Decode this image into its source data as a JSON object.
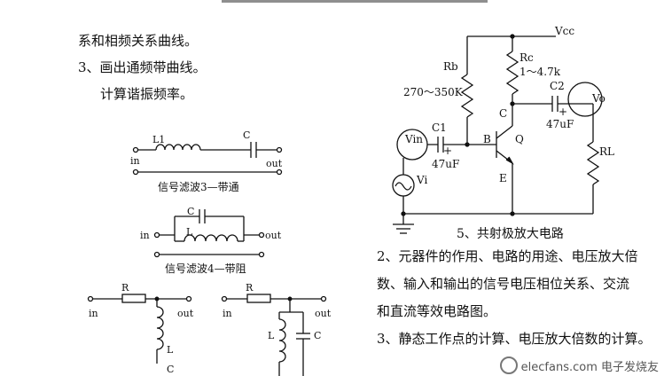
{
  "left_text": {
    "line1": "系和相频关系曲线。",
    "line2": "3、画出通频带曲线。",
    "line3": "计算谐振频率。"
  },
  "filter3": {
    "caption": "信号滤波3—带通",
    "inductor": "L1",
    "capacitor": "C",
    "in": "in",
    "out": "out"
  },
  "filter4": {
    "caption": "信号滤波4—带阻",
    "capacitor": "C",
    "inductor": "L",
    "in": "in",
    "out": "out"
  },
  "filter5": {
    "resistor": "R",
    "in": "in",
    "out": "out",
    "inductor": "L",
    "capacitor": "C"
  },
  "filter6": {
    "resistor": "R",
    "in": "in",
    "out": "out",
    "inductor": "L",
    "capacitor": "C"
  },
  "amplifier": {
    "vcc": "Vcc",
    "rb": "Rb",
    "rb_value": "270～350K",
    "rc": "Rc",
    "rc_value": "1～4.7k",
    "c1": "C1",
    "c1_value": "47uF",
    "c2": "C2",
    "c2_value": "47uF",
    "vin": "Vin",
    "vi": "Vi",
    "vo": "Vo",
    "b": "B",
    "c": "C",
    "e": "E",
    "q": "Q",
    "rl": "RL",
    "plus1": "+",
    "plus2": "+",
    "caption": "5、共射极放大电路"
  },
  "right_text": {
    "line1": "2、元器件的作用、电路的用途、电压放大倍",
    "line2": "数、输入和输出的信号电压相位关系、交流",
    "line3": "和直流等效电路图。",
    "line4": "3、静态工作点的计算、电压放大倍数的计算。"
  },
  "watermark": "elecfans.com 电子发烧友"
}
